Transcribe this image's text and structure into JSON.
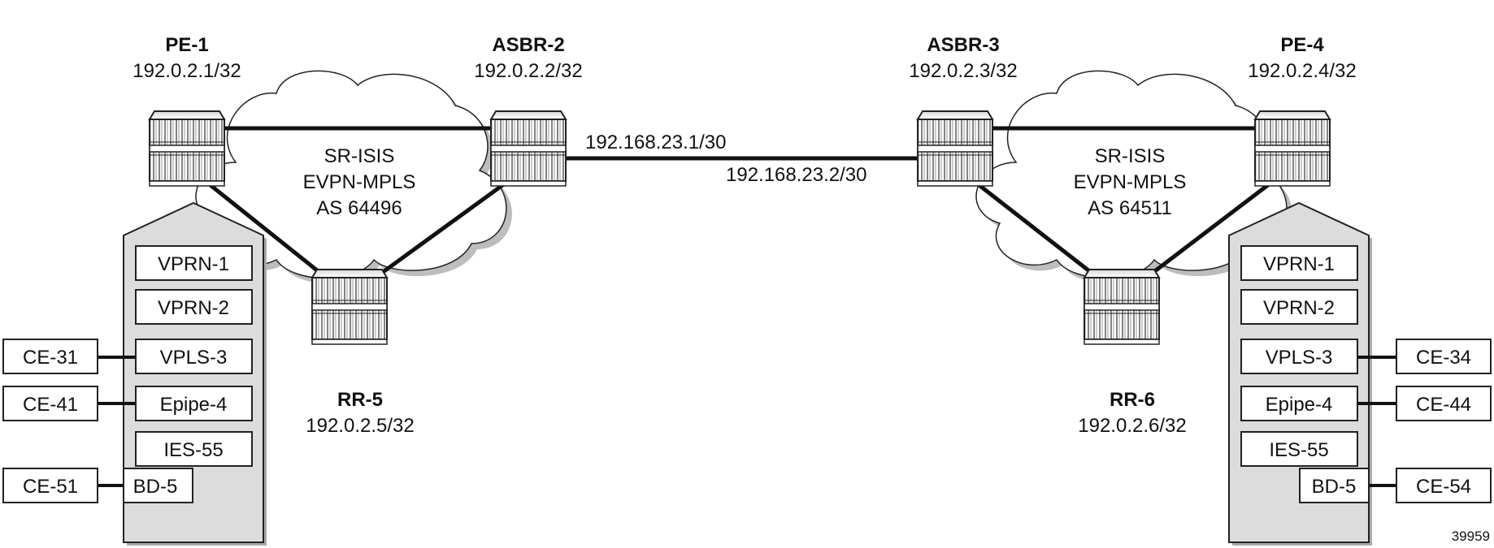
{
  "nodes": {
    "pe1": {
      "name": "PE-1",
      "ip": "192.0.2.1/32"
    },
    "asbr2": {
      "name": "ASBR-2",
      "ip": "192.0.2.2/32"
    },
    "asbr3": {
      "name": "ASBR-3",
      "ip": "192.0.2.3/32"
    },
    "pe4": {
      "name": "PE-4",
      "ip": "192.0.2.4/32"
    },
    "rr5": {
      "name": "RR-5",
      "ip": "192.0.2.5/32"
    },
    "rr6": {
      "name": "RR-6",
      "ip": "192.0.2.6/32"
    }
  },
  "clouds": {
    "left": {
      "line1": "SR-ISIS",
      "line2": "EVPN-MPLS",
      "line3": "AS 64496"
    },
    "right": {
      "line1": "SR-ISIS",
      "line2": "EVPN-MPLS",
      "line3": "AS 64511"
    }
  },
  "link": {
    "left_ip": "192.168.23.1/30",
    "right_ip": "192.168.23.2/30"
  },
  "services": {
    "left": {
      "s1": "VPRN-1",
      "s2": "VPRN-2",
      "s3": "VPLS-3",
      "s4": "Epipe-4",
      "s5": "IES-55",
      "s6": "BD-5"
    },
    "right": {
      "s1": "VPRN-1",
      "s2": "VPRN-2",
      "s3": "VPLS-3",
      "s4": "Epipe-4",
      "s5": "IES-55",
      "s6": "BD-5"
    }
  },
  "ces": {
    "left": {
      "ce1": "CE-31",
      "ce2": "CE-41",
      "ce3": "CE-51"
    },
    "right": {
      "ce1": "CE-34",
      "ce2": "CE-44",
      "ce3": "CE-54"
    }
  },
  "figure_id": "39959"
}
